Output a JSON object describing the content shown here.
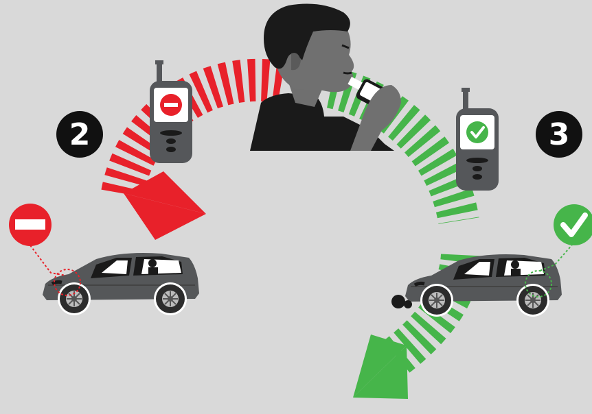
{
  "steps": [
    {
      "number": "2",
      "outcome": "fail",
      "status_icon": "no-entry-icon"
    },
    {
      "number": "3",
      "outcome": "pass",
      "status_icon": "checkmark-icon"
    }
  ],
  "colors": {
    "background": "#d9d9d9",
    "fail": "#e8212a",
    "pass": "#46b54a",
    "device": "#55575a",
    "car": "#555759",
    "dark": "#111111"
  }
}
